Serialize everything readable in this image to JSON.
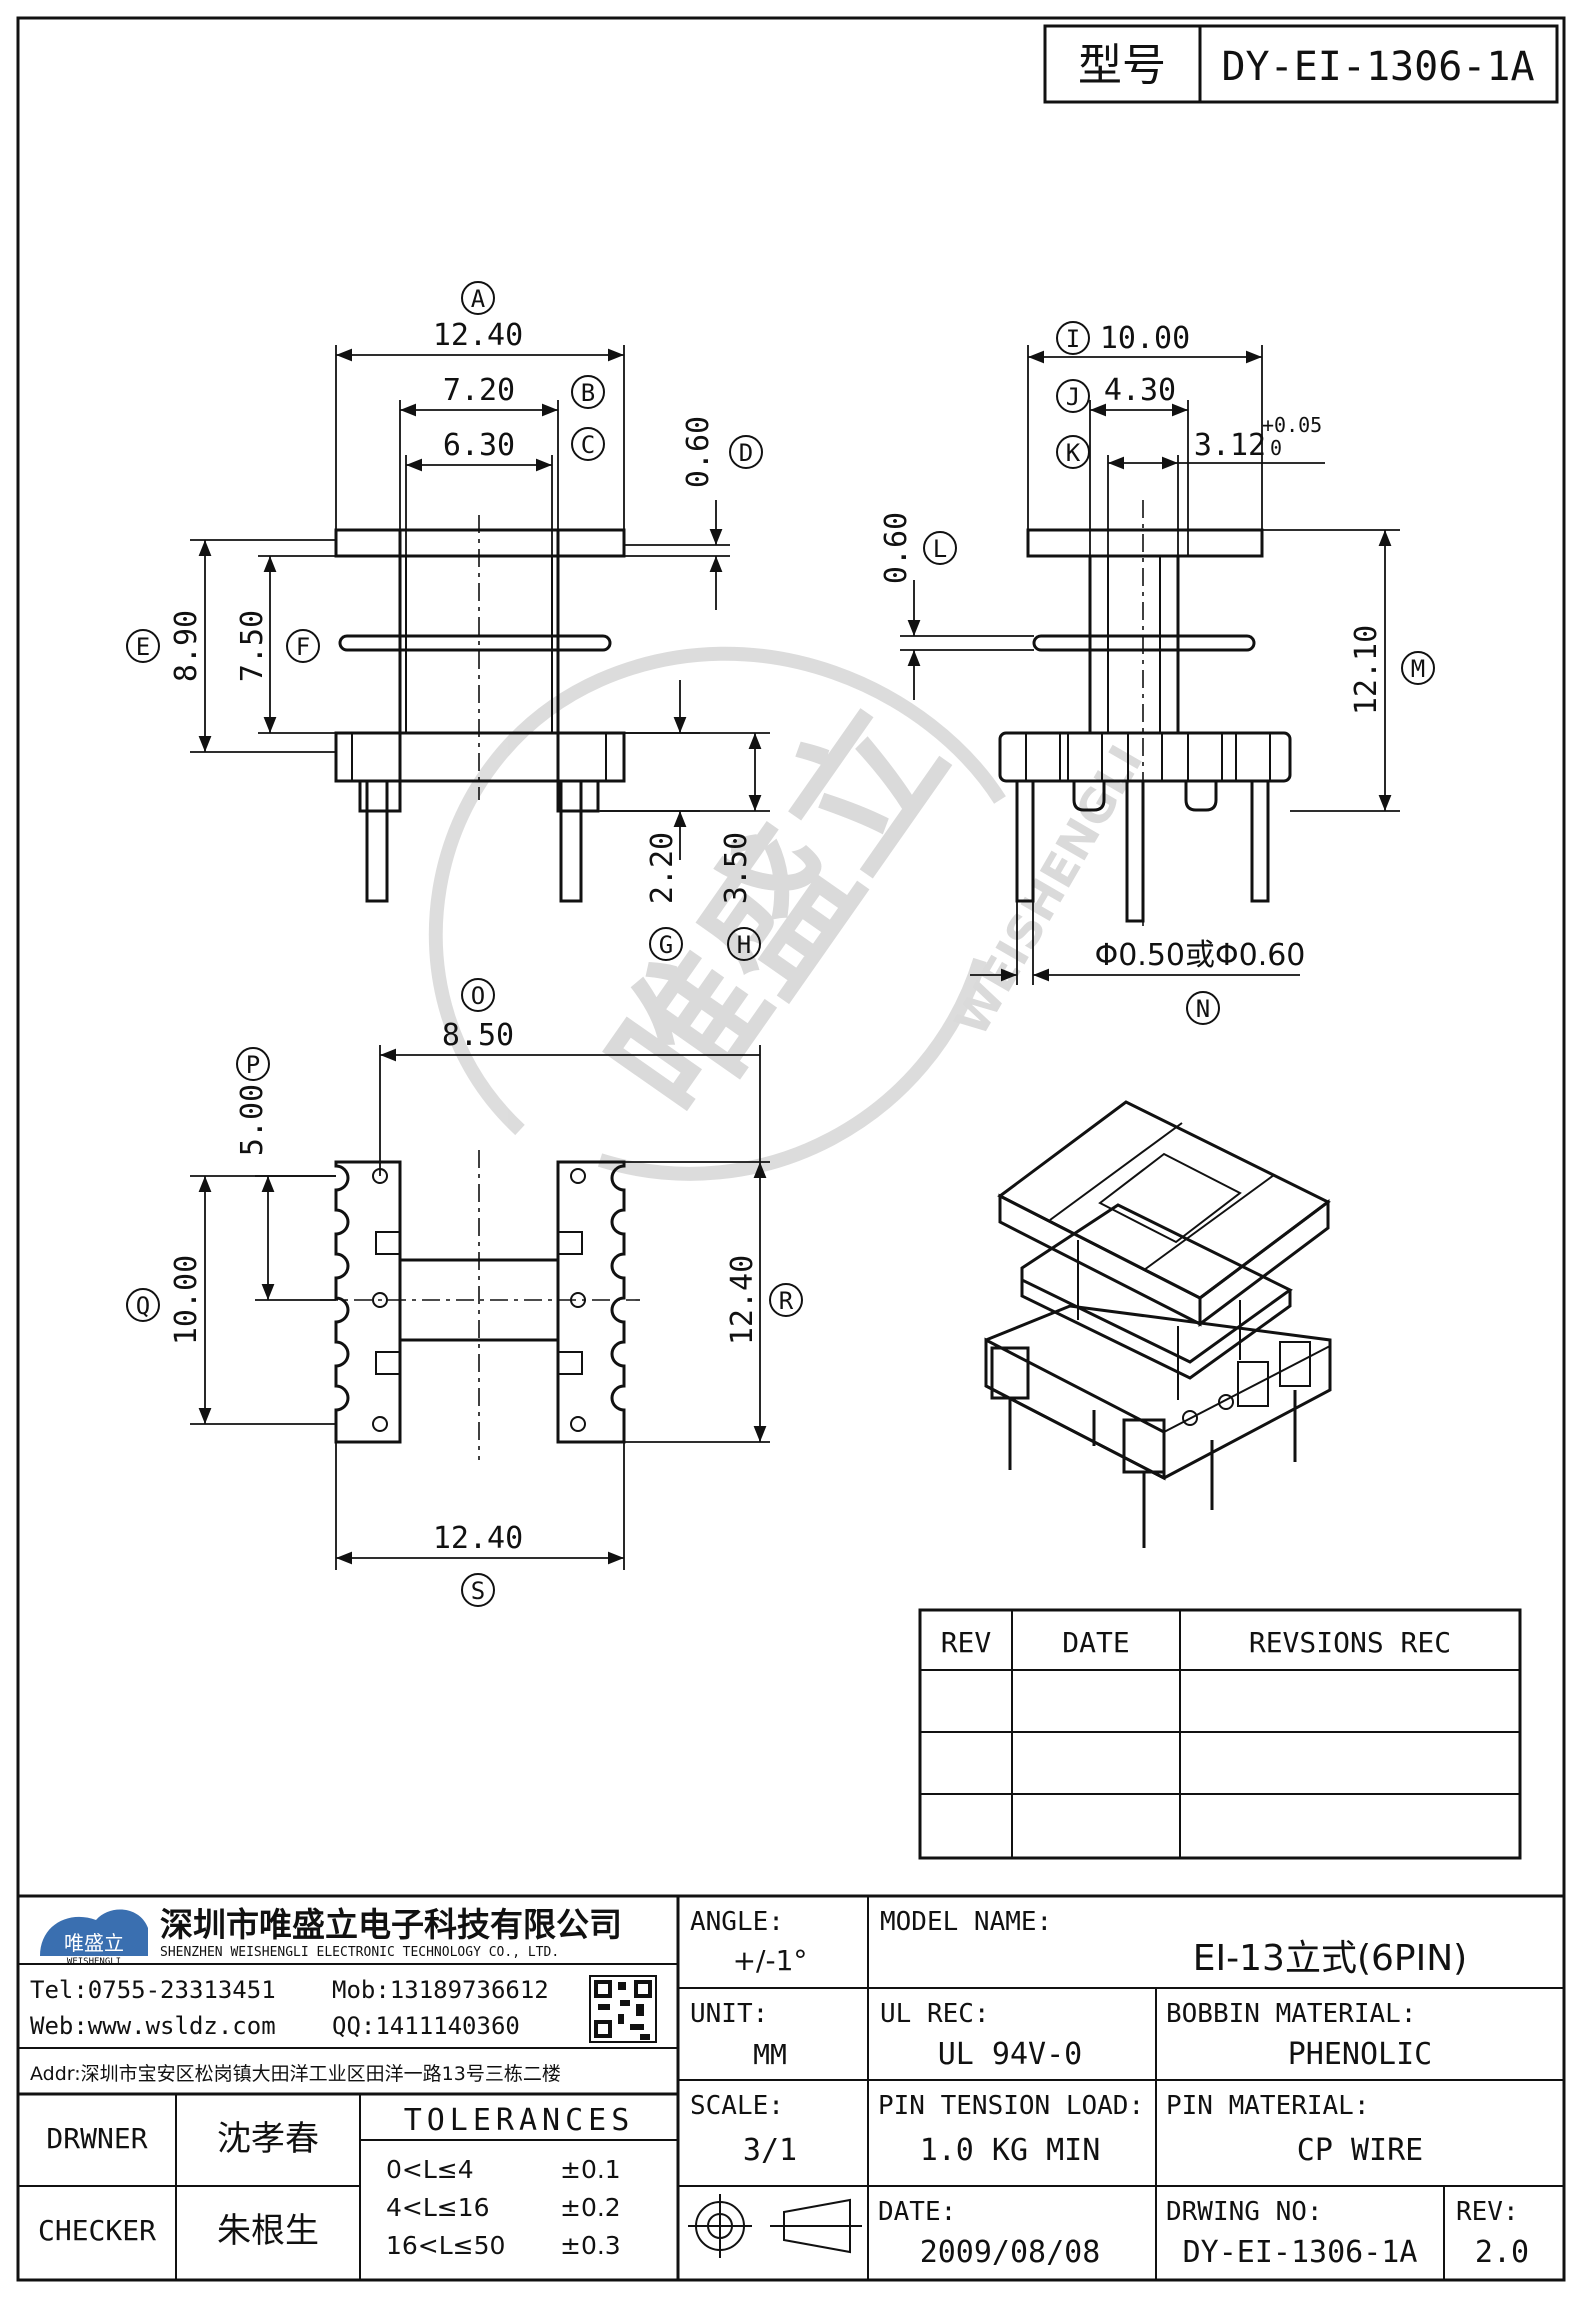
{
  "header": {
    "model_label": "型号",
    "model_number": "DY-EI-1306-1A"
  },
  "watermark": {
    "cn": "唯盛立",
    "en": "WEISHENGLI"
  },
  "front_view": {
    "A": {
      "letter": "A",
      "value": "12.40"
    },
    "B": {
      "letter": "B",
      "value": "7.20"
    },
    "C": {
      "letter": "C",
      "value": "6.30"
    },
    "D": {
      "letter": "D",
      "value": "0.60"
    },
    "E": {
      "letter": "E",
      "value": "8.90"
    },
    "F": {
      "letter": "F",
      "value": "7.50"
    },
    "G": {
      "letter": "G",
      "value": "2.20"
    },
    "H": {
      "letter": "H",
      "value": "3.50"
    }
  },
  "side_view": {
    "I": {
      "letter": "I",
      "value": "10.00"
    },
    "J": {
      "letter": "J",
      "value": "4.30"
    },
    "K": {
      "letter": "K",
      "value": "3.12",
      "tol_plus": "+0.05",
      "tol_minus": "0"
    },
    "L": {
      "letter": "L",
      "value": "0.60"
    },
    "M": {
      "letter": "M",
      "value": "12.10"
    },
    "N": {
      "letter": "N",
      "value": "Φ0.50或Φ0.60"
    }
  },
  "bottom_view": {
    "O": {
      "letter": "O",
      "value": "8.50"
    },
    "P": {
      "letter": "P",
      "value": "5.00"
    },
    "Q": {
      "letter": "Q",
      "value": "10.00"
    },
    "R": {
      "letter": "R",
      "value": "12.40"
    },
    "S": {
      "letter": "S",
      "value": "12.40"
    }
  },
  "revisions": {
    "headers": [
      "REV",
      "DATE",
      "REVSIONS REC"
    ],
    "rows": [
      [
        "",
        "",
        ""
      ],
      [
        "",
        "",
        ""
      ],
      [
        "",
        "",
        ""
      ]
    ]
  },
  "company": {
    "logo_text": "唯盛立",
    "logo_sub": "WEISHENGLI",
    "name_cn": "深圳市唯盛立电子科技有限公司",
    "name_en": "SHENZHEN WEISHENGLI ELECTRONIC TECHNOLOGY CO., LTD.",
    "tel": "Tel:0755-23313451",
    "mob": "Mob:13189736612",
    "web": "Web:www.wsldz.com",
    "qq": "QQ:1411140360",
    "addr": "Addr:深圳市宝安区松岗镇大田洋工业区田洋一路13号三栋二楼"
  },
  "title_block": {
    "angle_label": "ANGLE:",
    "angle_value": "+/-1°",
    "model_name_label": "MODEL NAME:",
    "model_name_value": "EI-13立式(6PIN)",
    "unit_label": "UNIT:",
    "unit_value": "MM",
    "ul_label": "UL REC:",
    "ul_value": "UL 94V-0",
    "bobbin_label": "BOBBIN MATERIAL:",
    "bobbin_value": "PHENOLIC",
    "scale_label": "SCALE:",
    "scale_value": "3/1",
    "pin_tension_label": "PIN TENSION LOAD:",
    "pin_tension_value": "1.0 KG MIN",
    "pin_material_label": "PIN MATERIAL:",
    "pin_material_value": "CP WIRE",
    "date_label": "DATE:",
    "date_value": "2009/08/08",
    "drawing_no_label": "DRWING NO:",
    "drawing_no_value": "DY-EI-1306-1A",
    "rev_label": "REV:",
    "rev_value": "2.0",
    "drawer_label": "DRWNER",
    "drawer_name": "沈孝春",
    "checker_label": "CHECKER",
    "checker_name": "朱根生",
    "tolerances_title": "TOLERANCES",
    "tolerances": [
      {
        "range": "0<L≤4",
        "tol": "±0.1"
      },
      {
        "range": "4<L≤16",
        "tol": "±0.2"
      },
      {
        "range": "16<L≤50",
        "tol": "±0.3"
      }
    ]
  }
}
